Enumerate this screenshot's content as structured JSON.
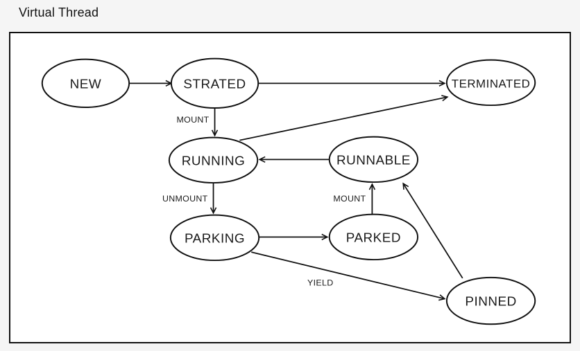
{
  "title": "Virtual Thread",
  "colors": {
    "background": "#f5f5f5",
    "canvas": "#ffffff",
    "stroke": "#111111",
    "text": "#1a1a1a"
  },
  "nodes": [
    {
      "id": "new",
      "label": "NEW"
    },
    {
      "id": "strated",
      "label": "STRATED"
    },
    {
      "id": "terminated",
      "label": "TERMINATED"
    },
    {
      "id": "running",
      "label": "RUNNING"
    },
    {
      "id": "runnable",
      "label": "RUNNABLE"
    },
    {
      "id": "parking",
      "label": "PARKING"
    },
    {
      "id": "parked",
      "label": "PARKED"
    },
    {
      "id": "pinned",
      "label": "PINNED"
    }
  ],
  "edges": [
    {
      "from": "NEW",
      "to": "STRATED",
      "label": ""
    },
    {
      "from": "STRATED",
      "to": "TERMINATED",
      "label": ""
    },
    {
      "from": "STRATED",
      "to": "RUNNING",
      "label": "MOUNT"
    },
    {
      "from": "RUNNING",
      "to": "TERMINATED",
      "label": ""
    },
    {
      "from": "RUNNABLE",
      "to": "RUNNING",
      "label": ""
    },
    {
      "from": "RUNNING",
      "to": "PARKING",
      "label": "UNMOUNT"
    },
    {
      "from": "PARKING",
      "to": "PARKED",
      "label": ""
    },
    {
      "from": "PARKED",
      "to": "RUNNABLE",
      "label": "MOUNT"
    },
    {
      "from": "PARKING",
      "to": "PINNED",
      "label": "YIELD"
    },
    {
      "from": "PINNED",
      "to": "RUNNABLE",
      "label": ""
    }
  ]
}
